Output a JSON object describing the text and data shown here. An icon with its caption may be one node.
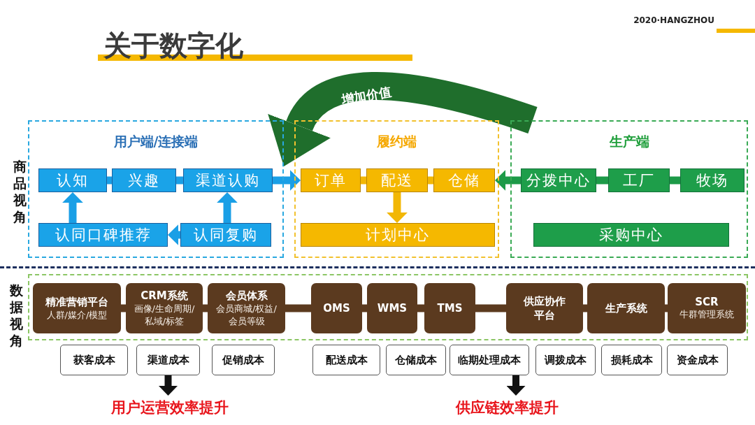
{
  "diagram": {
    "title": "关于数字化",
    "nodes": [
      {
        "text": [
          "用户端/连接端"
        ]
      },
      {
        "text": [
          "认知"
        ],
        "in": 0
      },
      {
        "text": [
          "兴趣"
        ],
        "in": 0
      },
      {
        "text": [
          "渠道认购"
        ],
        "in": 0
      },
      {
        "text": [
          "认同口碑推荐"
        ],
        "in": 0
      },
      {
        "text": [
          "认同复购"
        ],
        "in": 0
      },
      {
        "text": [
          "履约端"
        ]
      },
      {
        "text": [
          "订单"
        ],
        "in": 6
      },
      {
        "text": [
          "配送"
        ],
        "in": 6
      },
      {
        "text": [
          "仓储"
        ],
        "in": 6
      },
      {
        "text": [
          "计划中心"
        ],
        "in": 6
      },
      {
        "text": [
          "生产端"
        ]
      },
      {
        "text": [
          "分拨中心"
        ],
        "in": 11
      },
      {
        "text": [
          "工厂"
        ],
        "in": 11
      },
      {
        "text": [
          "牧场"
        ],
        "in": 11
      },
      {
        "text": [
          "采购中心"
        ],
        "in": 11
      },
      {
        "text": [],
        "shape": "box"
      },
      {
        "text": [
          "精准营销平台",
          "人群/媒介/模型"
        ],
        "in": 16
      },
      {
        "text": [
          "CRM系统",
          "画像/生命周期/私域/标签"
        ],
        "in": 16
      },
      {
        "text": [
          "会员体系",
          "会员商城/权益/会员等级"
        ],
        "in": 16
      },
      {
        "text": [
          "OMS"
        ],
        "in": 16
      },
      {
        "text": [
          "WMS"
        ],
        "in": 16
      },
      {
        "text": [
          "TMS"
        ],
        "in": 16
      },
      {
        "text": [
          "供应协作平台"
        ],
        "in": 16
      },
      {
        "text": [
          "生产系统"
        ],
        "in": 16
      },
      {
        "text": [
          "SCR",
          "牛群管理系统"
        ],
        "in": 16
      },
      {
        "text": [
          "获客成本"
        ]
      },
      {
        "text": [
          "渠道成本"
        ]
      },
      {
        "text": [
          "促销成本"
        ]
      },
      {
        "text": [
          "配送成本"
        ]
      },
      {
        "text": [
          "仓储成本"
        ]
      },
      {
        "text": [
          "临期处理成本"
        ]
      },
      {
        "text": [
          "调拨成本"
        ]
      },
      {
        "text": [
          "损耗成本"
        ]
      },
      {
        "text": [
          "资金成本"
        ]
      },
      {
        "text": [
          "用户运营效率提升"
        ]
      },
      {
        "text": [
          "供应链效率提升"
        ]
      }
    ],
    "edges": [
      {
        "from": 1,
        "to": 2,
        "arrow": "none",
        "color": "#1a9fe6"
      },
      {
        "from": 2,
        "to": 3,
        "arrow": "none",
        "color": "#1a9fe6"
      },
      {
        "from": 3,
        "to": 7,
        "arrow": "to",
        "color": "#1a9fe6"
      },
      {
        "from": 4,
        "to": 1,
        "arrow": "to",
        "color": "#1a9fe6"
      },
      {
        "from": 5,
        "to": 3,
        "arrow": "to",
        "color": "#1a9fe6"
      },
      {
        "from": 5,
        "to": 4,
        "arrow": "to",
        "color": "#1a9fe6"
      },
      {
        "from": 7,
        "to": 8,
        "arrow": "none",
        "color": "#f2b705"
      },
      {
        "from": 8,
        "to": 9,
        "arrow": "none",
        "color": "#f2b705"
      },
      {
        "from": 8,
        "to": 10,
        "arrow": "to",
        "color": "#f2b705"
      },
      {
        "from": 12,
        "to": 9,
        "arrow": "to",
        "color": "#1d9a48"
      },
      {
        "from": 12,
        "to": 13,
        "arrow": "none",
        "color": "#1d9a48"
      },
      {
        "from": 13,
        "to": 14,
        "arrow": "none",
        "color": "#1d9a48"
      },
      {
        "from": 11,
        "to": 0,
        "arrow": "to",
        "style": "thick",
        "color": "#1f6e2c",
        "label": "增加价值"
      },
      {
        "from": 17,
        "to": 18,
        "arrow": "none",
        "color": "#5b3a1f"
      },
      {
        "from": 18,
        "to": 19,
        "arrow": "none",
        "color": "#5b3a1f"
      },
      {
        "from": 19,
        "to": 20,
        "arrow": "none",
        "color": "#5b3a1f"
      },
      {
        "from": 20,
        "to": 21,
        "arrow": "none",
        "color": "#5b3a1f"
      },
      {
        "from": 21,
        "to": 22,
        "arrow": "none",
        "color": "#5b3a1f"
      },
      {
        "from": 22,
        "to": 23,
        "arrow": "none",
        "color": "#5b3a1f"
      },
      {
        "from": 23,
        "to": 24,
        "arrow": "none",
        "color": "#5b3a1f"
      },
      {
        "from": 24,
        "to": 25,
        "arrow": "none",
        "color": "#5b3a1f"
      },
      {
        "from": 27,
        "to": 35,
        "arrow": "to",
        "color": "#111111"
      },
      {
        "from": 31,
        "to": 36,
        "arrow": "to",
        "color": "#111111"
      }
    ],
    "labels": [
      "2020·HANGZHOU",
      "商品视角",
      "数据视角"
    ]
  }
}
